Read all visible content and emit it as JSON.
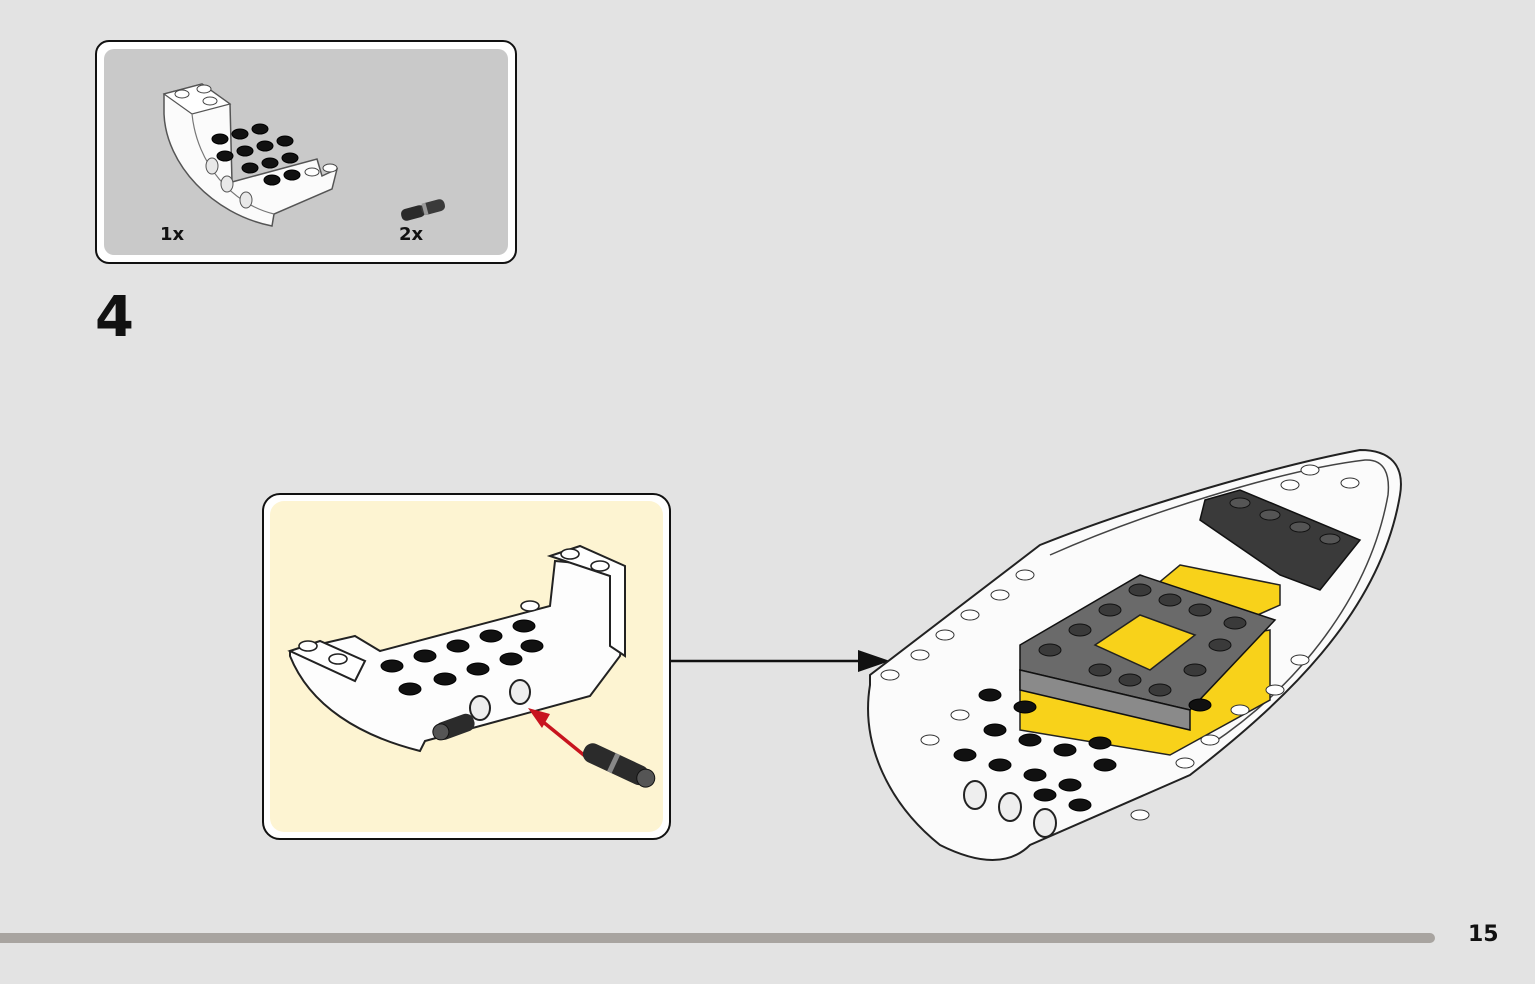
{
  "parts_list": {
    "items": [
      {
        "name": "inverted-slope-curved-brick",
        "quantity": "1x",
        "color": "#ffffff"
      },
      {
        "name": "technic-pin",
        "quantity": "2x",
        "color": "#2a2a2a"
      }
    ]
  },
  "step": {
    "number": "4"
  },
  "colors": {
    "background": "#e3e3e3",
    "callout_background": "#fdf4d2",
    "parts_background": "#c9c9c9",
    "insert_arrow": "#c8141e",
    "yellow": "#f8d21a",
    "dark_gray": "#5e5e5e"
  },
  "page": {
    "number": "15"
  }
}
